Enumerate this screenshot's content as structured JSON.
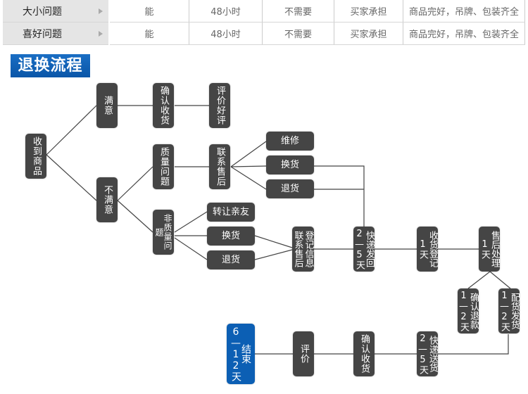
{
  "table": {
    "rows": [
      {
        "label": "大小问题",
        "returnable": "能",
        "time": "48小时",
        "reason": "不需要",
        "shipping": "买家承担",
        "condition": "商品完好，吊牌、包装齐全"
      },
      {
        "label": "喜好问题",
        "returnable": "能",
        "time": "48小时",
        "reason": "不需要",
        "shipping": "买家承担",
        "condition": "商品完好，吊牌、包装齐全"
      }
    ]
  },
  "section_title": "退换流程",
  "flow": {
    "receive": "收到商品",
    "satisfied": "满意",
    "confirm_receipt_1": "确认收货",
    "good_review": "评价好评",
    "unsatisfied": "不满意",
    "quality_issue": "质量问题",
    "contact_service": "联系售后",
    "repair": "维修",
    "exchange_1": "换货",
    "return_1": "退货",
    "non_quality_issue": "非质量问题",
    "transfer_friend": "转让亲友",
    "exchange_2": "换货",
    "return_2": "退货",
    "register_contact": "登记信息联系售后",
    "ship_back_days": "2—5天",
    "ship_back": "快递发回",
    "receive_register_days": "1天",
    "receive_register": "收货登记",
    "after_sales_days": "1天",
    "after_sales": "售后处理",
    "refund_days": "1—2天",
    "refund": "确认退款",
    "redeliver_days": "1—2天",
    "redeliver": "配货发货",
    "express_deliver_days": "2—5天",
    "express_deliver": "快递送货",
    "confirm_receipt_2": "确认收货",
    "review": "评价",
    "end_days": "6—12天",
    "end": "结束"
  },
  "colors": {
    "node": "#454545",
    "end_node": "#0c5fb4",
    "title_bg": "#0a56a8"
  }
}
